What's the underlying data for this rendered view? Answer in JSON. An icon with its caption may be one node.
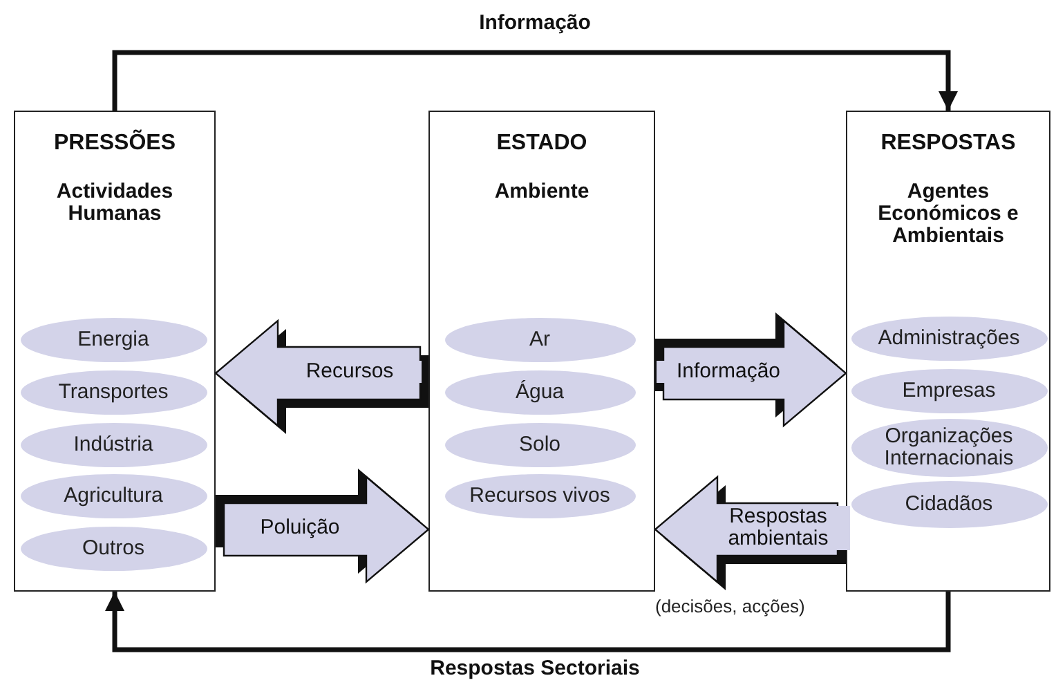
{
  "diagram": {
    "nodes": [
      {
        "text": [
          "PRESSÕES",
          "Actividades Humanas"
        ]
      },
      {
        "text": [
          "Energia"
        ],
        "in": 0
      },
      {
        "text": [
          "Transportes"
        ],
        "in": 0
      },
      {
        "text": [
          "Indústria"
        ],
        "in": 0
      },
      {
        "text": [
          "Agricultura"
        ],
        "in": 0
      },
      {
        "text": [
          "Outros"
        ],
        "in": 0
      },
      {
        "text": [
          "ESTADO",
          "Ambiente"
        ]
      },
      {
        "text": [
          "Ar"
        ],
        "in": 6
      },
      {
        "text": [
          "Água"
        ],
        "in": 6
      },
      {
        "text": [
          "Solo"
        ],
        "in": 6
      },
      {
        "text": [
          "Recursos vivos"
        ],
        "in": 6
      },
      {
        "text": [
          "RESPOSTAS",
          "Agentes Económicos e Ambientais"
        ]
      },
      {
        "text": [
          "Administrações"
        ],
        "in": 11
      },
      {
        "text": [
          "Empresas"
        ],
        "in": 11
      },
      {
        "text": [
          "Organizações Internacionais"
        ],
        "in": 11
      },
      {
        "text": [
          "Cidadãos"
        ],
        "in": 11
      }
    ],
    "edges": [
      {
        "from": 0,
        "to": 11,
        "arrow": "to",
        "label": "Informação"
      },
      {
        "from": 6,
        "to": 0,
        "arrow": "to",
        "label": "Recursos",
        "style": "thick"
      },
      {
        "from": 0,
        "to": 6,
        "arrow": "to",
        "label": "Poluição",
        "style": "thick"
      },
      {
        "from": 6,
        "to": 11,
        "arrow": "to",
        "label": "Informação",
        "style": "thick"
      },
      {
        "from": 11,
        "to": 6,
        "arrow": "to",
        "label": "Respostas ambientais",
        "style": "thick"
      },
      {
        "from": 11,
        "to": 0,
        "arrow": "to",
        "label": "Respostas Sectoriais"
      }
    ],
    "labels": [
      "(decisões, acções)"
    ]
  }
}
